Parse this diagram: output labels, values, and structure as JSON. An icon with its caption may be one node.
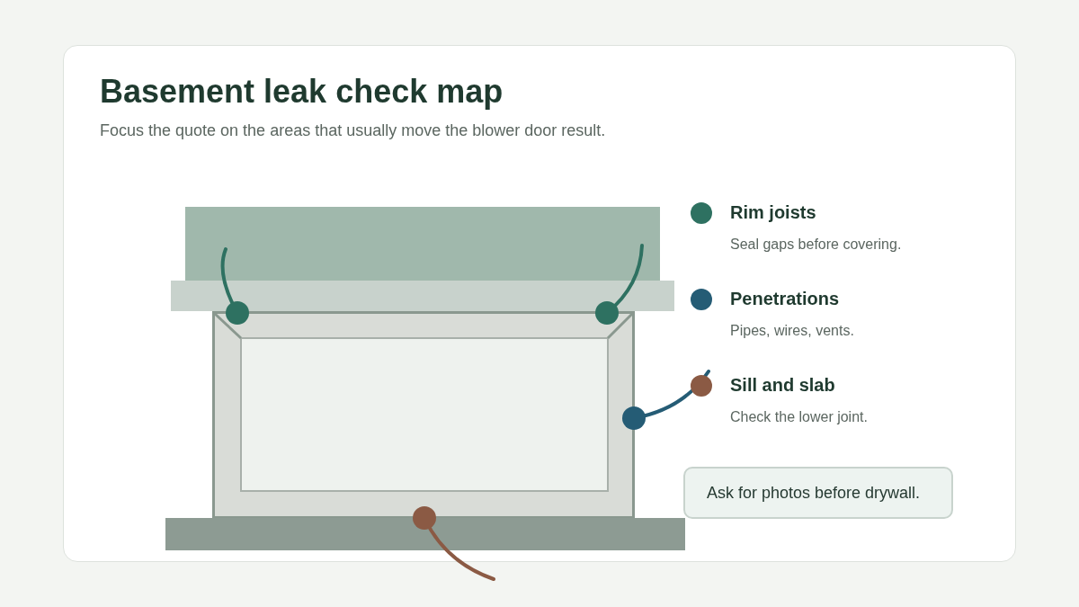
{
  "diagram": {
    "title": "Basement leak check map",
    "nodes": [
      {
        "text": [
          "Ask for photos before drywall."
        ]
      }
    ],
    "edges": [],
    "labels": [
      "Focus the quote on the areas that usually move the blower door result.",
      "Seal gaps before covering.",
      "Pipes, wires, vents.",
      "Check the lower joint."
    ],
    "legend": [
      {
        "text": "Rim joists",
        "color": "#2e7161"
      },
      {
        "text": "Penetrations",
        "color": "#255c75"
      },
      {
        "text": "Sill and slab",
        "color": "#8b5a44"
      }
    ]
  }
}
